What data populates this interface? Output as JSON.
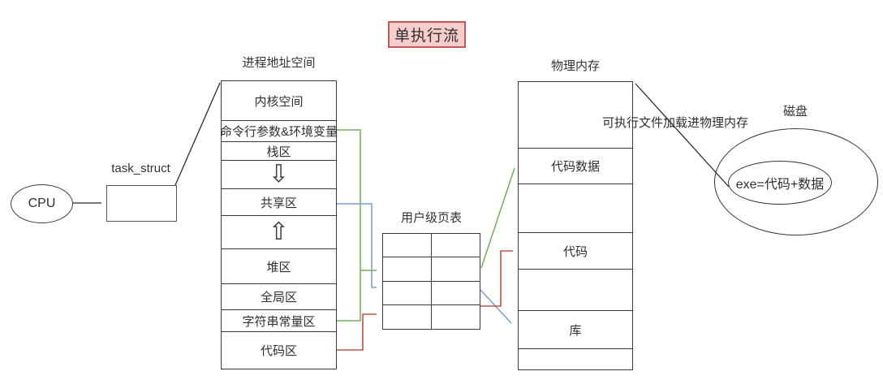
{
  "title": "单执行流",
  "colors": {
    "green": "#77b25a",
    "blue": "#7d9fd4",
    "red": "#c0504d",
    "black": "#2b2b2b",
    "title_fill": "#f6cdcb",
    "title_border": "#c05955"
  },
  "cpu": {
    "label": "CPU"
  },
  "task_struct": {
    "label": "task_struct"
  },
  "address_space": {
    "title": "进程地址空间",
    "rows": [
      {
        "label": "内核空间"
      },
      {
        "label": "命令行参数&环境变量"
      },
      {
        "label": "栈区"
      },
      {
        "label": "",
        "icon": "down-arrow"
      },
      {
        "label": "共享区"
      },
      {
        "label": "",
        "icon": "up-arrow"
      },
      {
        "label": "堆区"
      },
      {
        "label": "全局区"
      },
      {
        "label": "字符串常量区"
      },
      {
        "label": "代码区"
      }
    ]
  },
  "page_table": {
    "title": "用户级页表",
    "rows": 4,
    "cols": 2
  },
  "physical_memory": {
    "title": "物理内存",
    "rows": [
      {
        "label": ""
      },
      {
        "label": "代码数据"
      },
      {
        "label": ""
      },
      {
        "label": "代码"
      },
      {
        "label": ""
      },
      {
        "label": "库"
      },
      {
        "label": ""
      }
    ]
  },
  "disk": {
    "label": "磁盘",
    "content": "exe=代码+数据"
  },
  "annotation": {
    "load_note": "可执行文件加载进物理内存"
  },
  "icons": {
    "down_arrow": "⇩",
    "up_arrow": "⇧"
  }
}
